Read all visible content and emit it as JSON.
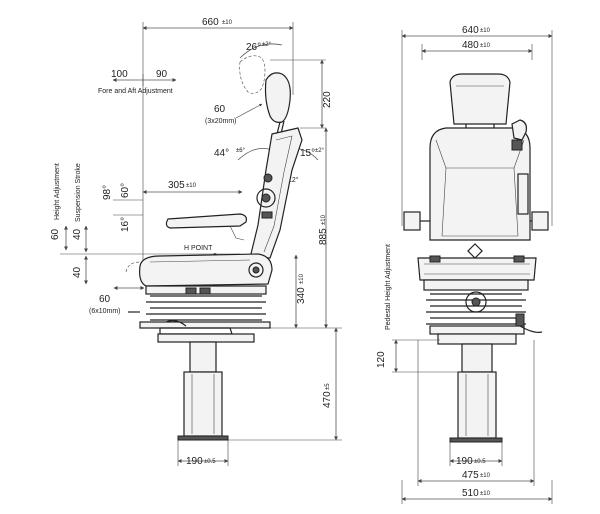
{
  "side_view": {
    "overall_depth": "660",
    "overall_depth_tol": "±10",
    "backrest_angle": "26°",
    "backrest_angle_tol": "±2°",
    "fore_aft_left": "100",
    "fore_aft_right": "90",
    "fore_aft_label": "Fore and Aft Adjustment",
    "headrest_height": "220",
    "headrest_adjust": "60",
    "headrest_adjust_steps": "(3x20mm)",
    "recline_back": "44°",
    "recline_back_tol": "±6°",
    "recline_fwd": "15°",
    "recline_fwd_tol": "±2°",
    "lumbar_angle": "12°",
    "armrest_length": "305",
    "armrest_length_tol": "±10",
    "armrest_angle_up": "98°",
    "armrest_angle_mid": "60°",
    "armrest_angle_down": "16°",
    "total_height": "885",
    "total_height_tol": "±10",
    "height_adjustment_label": "Height Adjustment",
    "suspension_stroke_label": "Suspension Stroke",
    "height_adjust_value": "60",
    "stroke_up": "40",
    "stroke_down": "40",
    "h_point_label": "H POINT",
    "seat_height": "340",
    "seat_height_tol": "±10",
    "cushion_adjust": "60",
    "cushion_adjust_steps": "(6x10mm)",
    "pedestal_height": "470",
    "pedestal_height_tol": "±5",
    "base_width": "190",
    "base_width_tol": "±0.5"
  },
  "front_view": {
    "overall_width": "640",
    "overall_width_tol": "±10",
    "backrest_width": "480",
    "backrest_width_tol": "±10",
    "pedestal_adjust_label": "Pedestal Height Adjustment",
    "pedestal_adjust_value": "120",
    "base_width": "190",
    "base_width_tol": "±0.5",
    "frame_width": "475",
    "frame_width_tol": "±10",
    "footprint_width": "510",
    "footprint_width_tol": "±10"
  }
}
